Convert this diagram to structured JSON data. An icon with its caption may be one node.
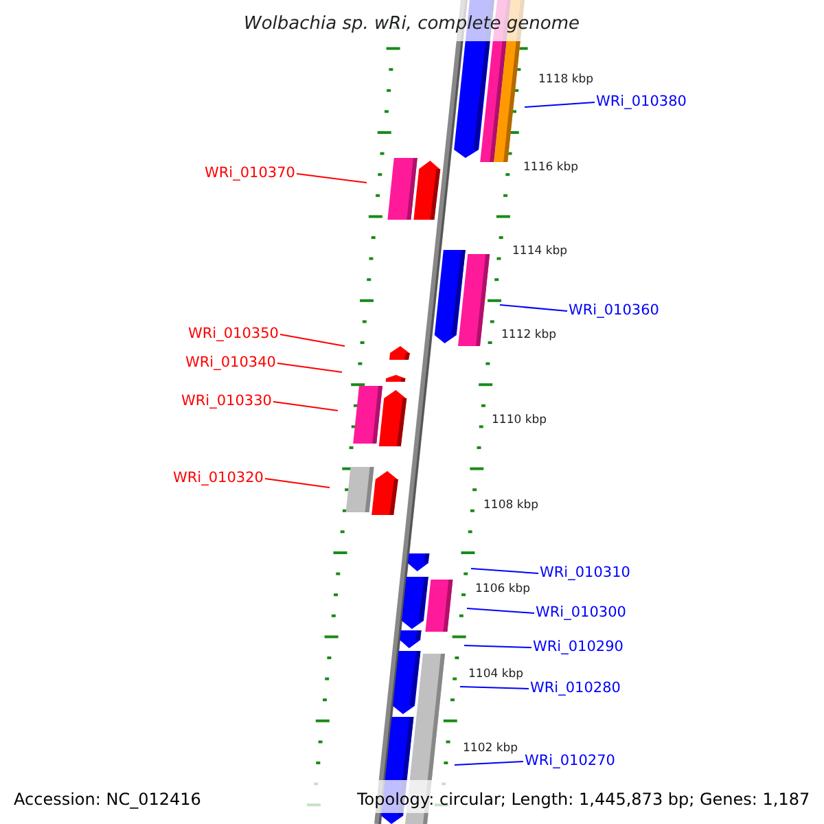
{
  "diagram": {
    "title": "Wolbachia sp. wRi, complete genome",
    "nodes": [
      {
        "text": [
          "WRi_010380"
        ]
      },
      {
        "text": [
          "WRi_010370"
        ]
      },
      {
        "text": [
          "WRi_010360"
        ]
      },
      {
        "text": [
          "WRi_010350"
        ]
      },
      {
        "text": [
          "WRi_010340"
        ]
      },
      {
        "text": [
          "WRi_010330"
        ]
      },
      {
        "text": [
          "WRi_010320"
        ]
      },
      {
        "text": [
          "WRi_010310"
        ]
      },
      {
        "text": [
          "WRi_010300"
        ]
      },
      {
        "text": [
          "WRi_010290"
        ]
      },
      {
        "text": [
          "WRi_010280"
        ]
      },
      {
        "text": [
          "WRi_010270"
        ]
      }
    ],
    "edges": [
      {
        "from": 0,
        "to": null,
        "arrow": "none"
      },
      {
        "from": 1,
        "to": null,
        "arrow": "none",
        "color": "#ff0000"
      },
      {
        "from": 2,
        "to": null,
        "arrow": "none"
      },
      {
        "from": 3,
        "to": null,
        "arrow": "none",
        "color": "#ff0000"
      },
      {
        "from": 4,
        "to": null,
        "arrow": "none",
        "color": "#ff0000"
      },
      {
        "from": 5,
        "to": null,
        "arrow": "none",
        "color": "#ff0000"
      },
      {
        "from": 6,
        "to": null,
        "arrow": "none",
        "color": "#ff0000"
      },
      {
        "from": 7,
        "to": null,
        "arrow": "none"
      },
      {
        "from": 8,
        "to": null,
        "arrow": "none"
      },
      {
        "from": 9,
        "to": null,
        "arrow": "none"
      },
      {
        "from": 10,
        "to": null,
        "arrow": "none"
      },
      {
        "from": 11,
        "to": null,
        "arrow": "none"
      }
    ],
    "labels": [
      "1118 kbp",
      "1116 kbp",
      "1114 kbp",
      "1112 kbp",
      "1110 kbp",
      "1108 kbp",
      "1106 kbp",
      "1104 kbp",
      "1102 kbp",
      "Accession: NC_012416",
      "Topology: circular; Length: 1,445,873 bp; Genes: 1,187"
    ]
  }
}
